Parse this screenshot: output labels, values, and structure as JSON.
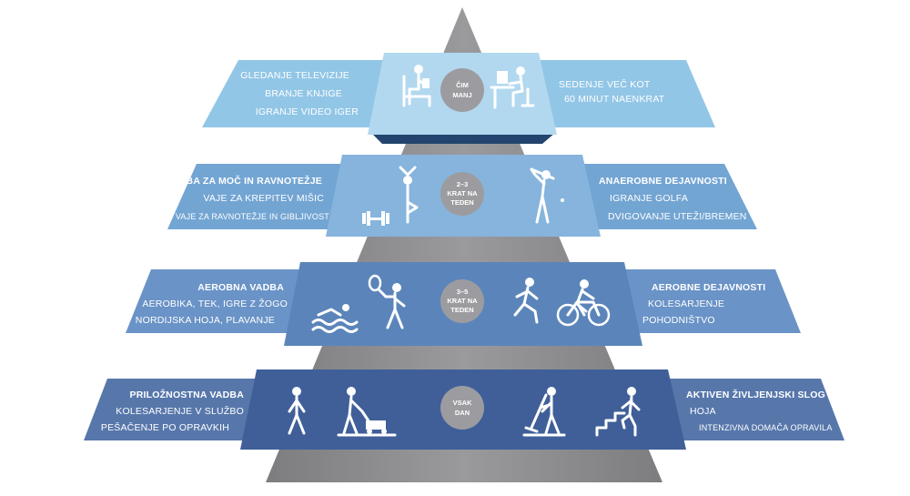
{
  "tiers": [
    {
      "badge": [
        "ČIM",
        "MANJ"
      ],
      "left": [
        "GLEDANJE TELEVIZIJE",
        "BRANJE KNJIGE",
        "IGRANJE VIDEO IGER"
      ],
      "right": [
        "SEDENJE VEČ KOT",
        "60 MINUT NAENKRAT"
      ],
      "icons_left": [
        "reading-chair-icon"
      ],
      "icons_right": [
        "computer-desk-icon"
      ],
      "colors": {
        "center": "#a9d2ec",
        "side": "#8ec3e3"
      }
    },
    {
      "badge": [
        "2–3",
        "KRAT NA",
        "TEDEN"
      ],
      "left": [
        "VADBA ZA MOČ IN RAVNOTEŽJE",
        "VAJE ZA KREPITEV MIŠIC",
        "VAJE ZA RAVNOTEŽJE IN GIBLJIVOST"
      ],
      "right": [
        "ANAEROBNE DEJAVNOSTI",
        "IGRANJE GOLFA",
        "DVIGOVANJE UTEŽI/BREMEN"
      ],
      "icons_left": [
        "dumbbell-icon",
        "yoga-pose-icon"
      ],
      "icons_right": [
        "golf-swing-icon"
      ],
      "colors": {
        "center": "#7eaed8",
        "side": "#6c9fcf"
      }
    },
    {
      "badge": [
        "3–5",
        "KRAT NA",
        "TEDEN"
      ],
      "left": [
        "AEROBNA VADBA",
        "AEROBIKA, TEK, IGRE Z ŽOGO",
        "NORDIJSKA HOJA, PLAVANJE"
      ],
      "right": [
        "AEROBNE DEJAVNOSTI",
        "KOLESARJENJE",
        "POHODNIŠTVO"
      ],
      "icons_left": [
        "swimming-icon",
        "tennis-icon"
      ],
      "icons_right": [
        "running-icon",
        "cycling-icon"
      ],
      "colors": {
        "center": "#5a84b8",
        "side": "#6f95c6"
      }
    },
    {
      "badge": [
        "VSAK",
        "DAN"
      ],
      "left": [
        "PRILOŽNOSTNA VADBA",
        "KOLESARJENJE V SLUŽBO",
        "PEŠAČENJE PO OPRAVKIH"
      ],
      "right": [
        "AKTIVEN ŽIVLJENJSKI SLOG",
        "HOJA",
        "INTENZIVNA DOMAČA OPRAVILA"
      ],
      "icons_left": [
        "walking-icon",
        "lawn-mower-icon"
      ],
      "icons_right": [
        "sweeping-icon",
        "stairs-icon"
      ],
      "colors": {
        "center": "#3f5f9a",
        "side": "#5575a9"
      }
    }
  ],
  "pyramid_color": "#8a8a8d",
  "badge_color": "#9b9b9e"
}
